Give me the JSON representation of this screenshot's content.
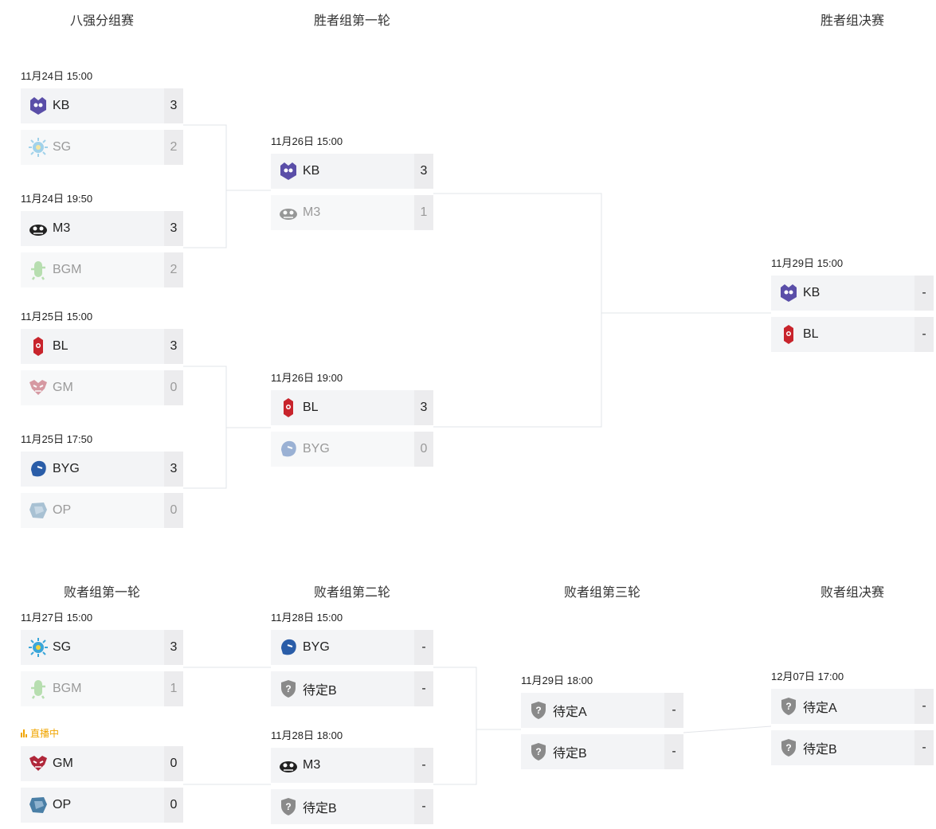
{
  "headers": {
    "r1": "八强分组赛",
    "r2": "胜者组第一轮",
    "r3": "胜者组决赛",
    "l1": "败者组第一轮",
    "l2": "败者组第二轮",
    "l3": "败者组第三轮",
    "l4": "败者组决赛"
  },
  "teams": {
    "KB": {
      "name": "KB",
      "icon": "kb-logo-icon",
      "color": "#5a4ea8"
    },
    "SG": {
      "name": "SG",
      "icon": "sg-logo-icon",
      "color": "#3aa6d9"
    },
    "M3": {
      "name": "M3",
      "icon": "m3-logo-icon",
      "color": "#222222"
    },
    "BGM": {
      "name": "BGM",
      "icon": "bgm-logo-icon",
      "color": "#6bbf59"
    },
    "BL": {
      "name": "BL",
      "icon": "bl-logo-icon",
      "color": "#c8242c"
    },
    "GM": {
      "name": "GM",
      "icon": "gm-logo-icon",
      "color": "#b0273a"
    },
    "BYG": {
      "name": "BYG",
      "icon": "byg-logo-icon",
      "color": "#2a5da8"
    },
    "OP": {
      "name": "OP",
      "icon": "op-logo-icon",
      "color": "#4a7fa6"
    },
    "TBD_A": {
      "name": "待定A",
      "icon": "shield-question-icon",
      "color": "#888888"
    },
    "TBD_B": {
      "name": "待定B",
      "icon": "shield-question-icon",
      "color": "#888888"
    }
  },
  "matches": {
    "qf1": {
      "date": "11月24日 15:00",
      "a": "KB",
      "as": "3",
      "b": "SG",
      "bs": "2"
    },
    "qf2": {
      "date": "11月24日 19:50",
      "a": "M3",
      "as": "3",
      "b": "BGM",
      "bs": "2"
    },
    "qf3": {
      "date": "11月25日 15:00",
      "a": "BL",
      "as": "3",
      "b": "GM",
      "bs": "0"
    },
    "qf4": {
      "date": "11月25日 17:50",
      "a": "BYG",
      "as": "3",
      "b": "OP",
      "bs": "0"
    },
    "wb1": {
      "date": "11月26日 15:00",
      "a": "KB",
      "as": "3",
      "b": "M3",
      "bs": "1"
    },
    "wb2": {
      "date": "11月26日 19:00",
      "a": "BL",
      "as": "3",
      "b": "BYG",
      "bs": "0"
    },
    "wbf": {
      "date": "11月29日 15:00",
      "a": "KB",
      "as": "-",
      "b": "BL",
      "bs": "-"
    },
    "lb1a": {
      "date": "11月27日 15:00",
      "a": "SG",
      "as": "3",
      "b": "BGM",
      "bs": "1"
    },
    "lb1b": {
      "date": "直播中",
      "a": "GM",
      "as": "0",
      "b": "OP",
      "bs": "0"
    },
    "lb2a": {
      "date": "11月28日 15:00",
      "a": "BYG",
      "as": "-",
      "b": "TBD_B",
      "bs": "-"
    },
    "lb2b": {
      "date": "11月28日 18:00",
      "a": "M3",
      "as": "-",
      "b": "TBD_B",
      "bs": "-"
    },
    "lb3": {
      "date": "11月29日 18:00",
      "a": "TBD_A",
      "as": "-",
      "b": "TBD_B",
      "bs": "-"
    },
    "lbf": {
      "date": "12月07日 17:00",
      "a": "TBD_A",
      "as": "-",
      "b": "TBD_B",
      "bs": "-"
    }
  }
}
